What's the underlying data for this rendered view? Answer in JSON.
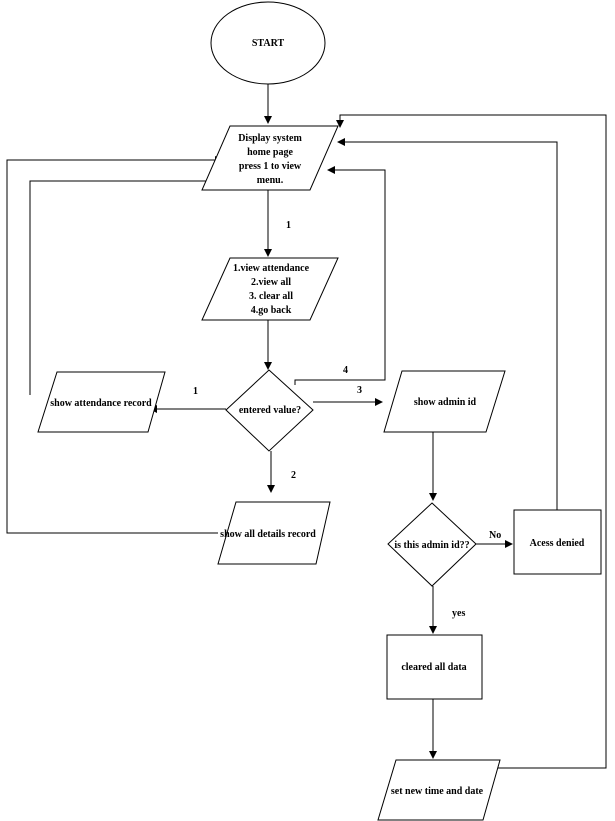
{
  "nodes": {
    "start": {
      "lines": [
        "START"
      ]
    },
    "home": {
      "lines": [
        "Display system",
        "home page",
        "press 1 to view",
        "menu."
      ]
    },
    "menu": {
      "lines": [
        "1.view attendance",
        "2.view all",
        "3. clear all",
        "4.go back"
      ]
    },
    "decision": {
      "lines": [
        "entered value?"
      ]
    },
    "attendance": {
      "lines": [
        "show attendance record"
      ]
    },
    "details": {
      "lines": [
        "show all details record"
      ]
    },
    "admin_id": {
      "lines": [
        "show admin id"
      ]
    },
    "admin_check": {
      "lines": [
        "is this admin id??"
      ]
    },
    "denied": {
      "lines": [
        "Acess denied"
      ]
    },
    "cleared": {
      "lines": [
        "cleared all data"
      ]
    },
    "set_time": {
      "lines": [
        "set new time and date"
      ]
    }
  },
  "edges": {
    "home_to_menu": "1",
    "to_attendance": "1",
    "to_details": "2",
    "to_admin": "3",
    "to_home": "4",
    "no": "No",
    "yes": "yes"
  }
}
